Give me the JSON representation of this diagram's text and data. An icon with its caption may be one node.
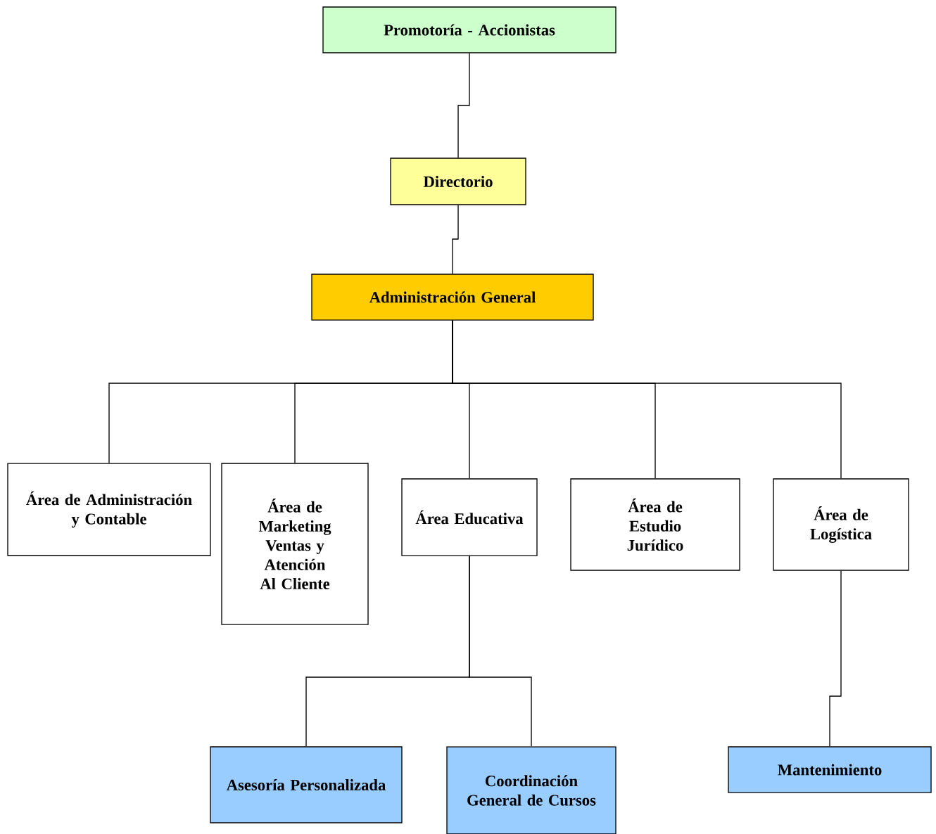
{
  "diagram": {
    "nodes": [
      {
        "text": [
          "Promotoría - Accionistas"
        ]
      },
      {
        "text": [
          "Directorio"
        ]
      },
      {
        "text": [
          "Administración General"
        ]
      },
      {
        "text": [
          "Área de Administración y Contable"
        ]
      },
      {
        "text": [
          "Área de Marketing Ventas y Atención Al Cliente"
        ]
      },
      {
        "text": [
          "Área Educativa"
        ]
      },
      {
        "text": [
          "Área de Estudio Jurídico"
        ]
      },
      {
        "text": [
          "Área de Logística"
        ]
      },
      {
        "text": [
          "Asesoría Personalizada"
        ]
      },
      {
        "text": [
          "Coordinación General de Cursos"
        ]
      },
      {
        "text": [
          "Mantenimiento"
        ]
      }
    ],
    "edges": [
      {
        "from": 0,
        "to": 1,
        "arrow": "none"
      },
      {
        "from": 1,
        "to": 2,
        "arrow": "none"
      },
      {
        "from": 2,
        "to": 3,
        "arrow": "none"
      },
      {
        "from": 2,
        "to": 4,
        "arrow": "none"
      },
      {
        "from": 2,
        "to": 5,
        "arrow": "none"
      },
      {
        "from": 2,
        "to": 6,
        "arrow": "none"
      },
      {
        "from": 2,
        "to": 7,
        "arrow": "none"
      },
      {
        "from": 5,
        "to": 8,
        "arrow": "none"
      },
      {
        "from": 5,
        "to": 9,
        "arrow": "none"
      },
      {
        "from": 7,
        "to": 10,
        "arrow": "none"
      }
    ]
  }
}
